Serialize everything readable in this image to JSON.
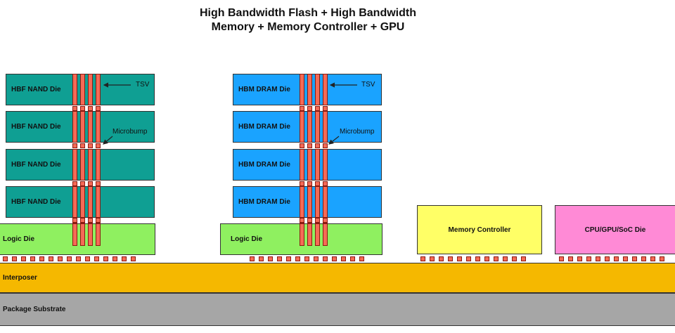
{
  "title_line1": "High Bandwidth Flash + High Bandwidth",
  "title_line2": "Memory + Memory Controller + GPU",
  "hbf_stack": {
    "dies": [
      "HBF NAND Die",
      "HBF NAND Die",
      "HBF NAND Die",
      "HBF NAND Die"
    ],
    "logic_die": "Logic Die",
    "tsv_label": "TSV",
    "microbump_label": "Microbump"
  },
  "hbm_stack": {
    "dies": [
      "HBM DRAM Die",
      "HBM DRAM Die",
      "HBM DRAM Die",
      "HBM DRAM Die"
    ],
    "logic_die": "Logic Die",
    "tsv_label": "TSV",
    "microbump_label": "Microbump"
  },
  "memory_controller": "Memory Controller",
  "cpu_gpu": "CPU/GPU/SoC Die",
  "interposer": "Interposer",
  "package_substrate": "Package Substrate",
  "colors": {
    "nand": "#0f9f93",
    "dram": "#1aa3ff",
    "logic": "#8ff060",
    "memory_controller": "#ffff66",
    "soc": "#ff8ad6",
    "interposer": "#f5b800",
    "substrate": "#a6a6a6",
    "tsv": "#f56a56"
  }
}
